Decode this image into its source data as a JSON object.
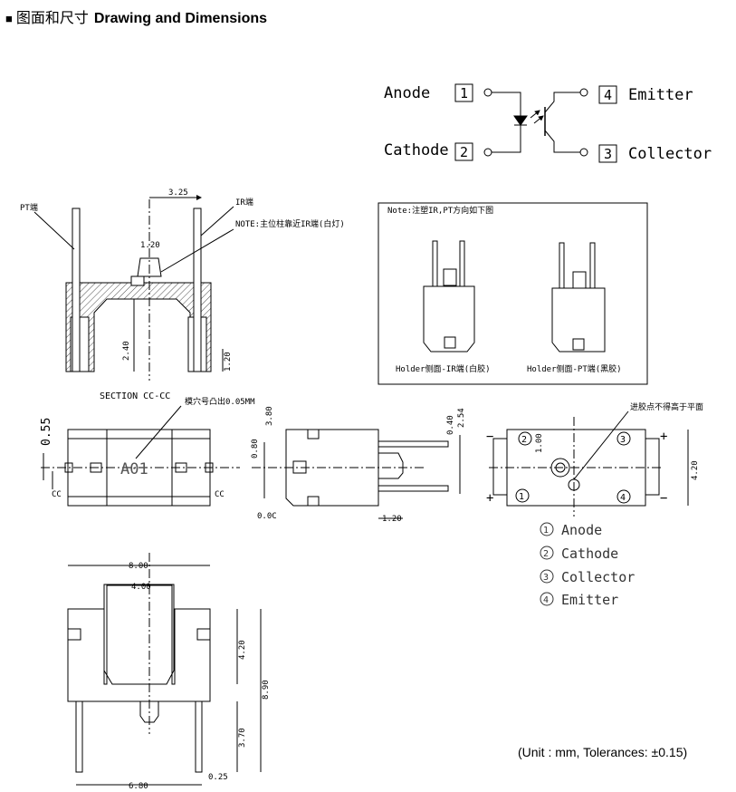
{
  "header": {
    "bullet": "■",
    "title_cn": "图面和尺寸",
    "title_en": "Drawing and Dimensions"
  },
  "schematic": {
    "pins": [
      {
        "num": "1",
        "label": "Anode"
      },
      {
        "num": "2",
        "label": "Cathode"
      },
      {
        "num": "4",
        "label": "Emitter"
      },
      {
        "num": "3",
        "label": "Collector"
      }
    ]
  },
  "section_view": {
    "title": "SECTION  CC-CC",
    "pt_label": "PT端",
    "ir_label": "IR端",
    "note": "NOTE:主位柱靠近IR端(白灯)",
    "dims": {
      "top_width": "3.25",
      "post": "1.20",
      "slot_depth": "2.40",
      "base": "1.20"
    }
  },
  "note_box": {
    "title": "Note:注塑IR,PT方向如下图",
    "left_caption": "Holder侧面-IR端(白胶)",
    "right_caption": "Holder侧面-PT端(黑胶)"
  },
  "front_view": {
    "mark_note": "模穴号凸出0.05MM",
    "mark": "A01",
    "dims": {
      "height": "0.55"
    },
    "section_left": "CC",
    "section_right": "CC"
  },
  "side_view": {
    "dims": {
      "top": "3.80",
      "middle": "0.80",
      "bottom": "0.0C",
      "lead_thk": "0.40",
      "lead_pitch": "2.54",
      "lead_len": "1.20"
    }
  },
  "bottom_view": {
    "note": "进胶点不得高于平面",
    "dims": {
      "hole": "1.00",
      "height": "4.20"
    },
    "plus_top": "+",
    "minus_top": "−",
    "plus_bottom": "+",
    "minus_bottom": "−",
    "pin_legend": [
      {
        "num": "1",
        "label": "Anode"
      },
      {
        "num": "2",
        "label": "Cathode"
      },
      {
        "num": "3",
        "label": "Collector"
      },
      {
        "num": "4",
        "label": "Emitter"
      }
    ]
  },
  "top_view": {
    "dims": {
      "width": "8.00",
      "slot": "4.00",
      "slot_depth": "4.20",
      "total_height": "8.90",
      "lead_len": "3.70",
      "lead_thk": "0.25",
      "lead_span": "6.80"
    }
  },
  "footer": {
    "unit_note": "(Unit : mm, Tolerances: ±0.15)"
  }
}
